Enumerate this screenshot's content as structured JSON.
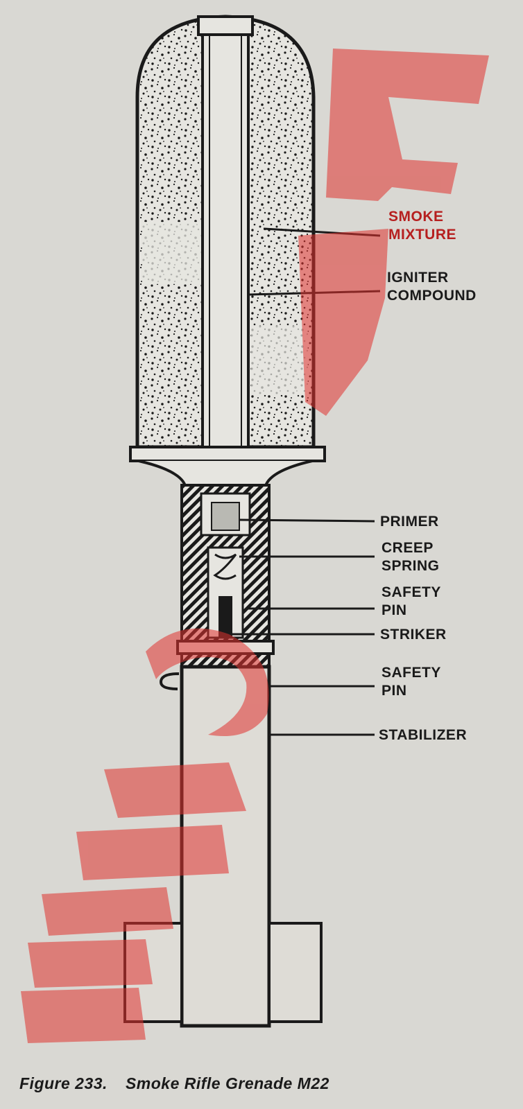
{
  "labels": {
    "smoke_mixture": "SMOKE\nMIXTURE",
    "igniter_compound": "IGNITER\nCOMPOUND",
    "primer": "PRIMER",
    "creep_spring": "CREEP\nSPRING",
    "safety_pin_upper": "SAFETY\nPIN",
    "striker": "STRIKER",
    "safety_pin_lower": "SAFETY\nPIN",
    "stabilizer": "STABILIZER"
  },
  "caption": {
    "number": "Figure 233.",
    "title": "Smoke Rifle Grenade M22"
  },
  "colors": {
    "paper": "#d9d8d3",
    "ink": "#1a1a1a",
    "watermark": "#e0332f",
    "accent_label": "#b61f1f"
  }
}
